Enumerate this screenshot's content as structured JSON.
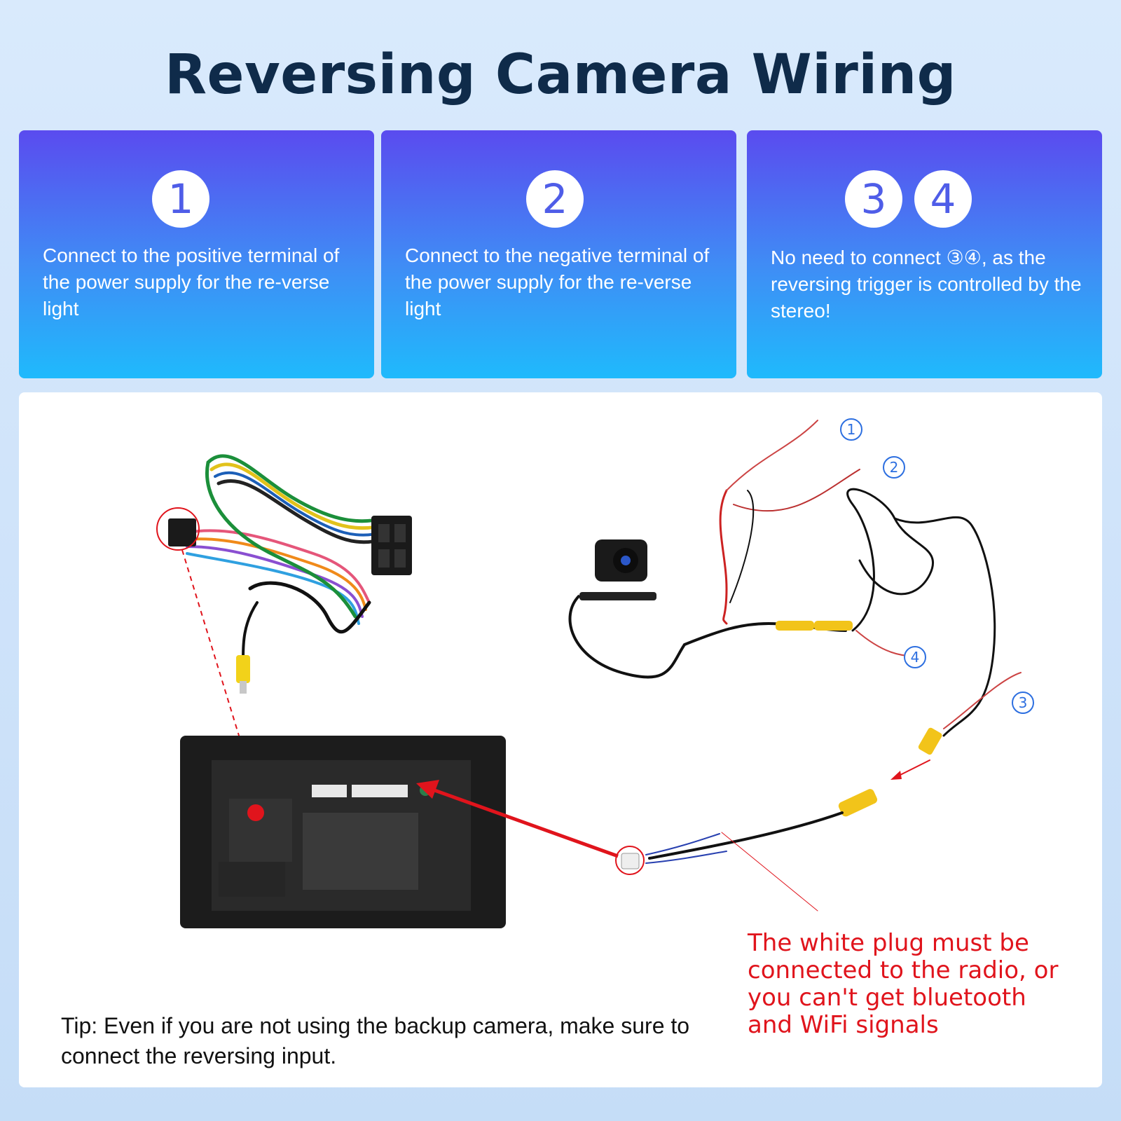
{
  "title": "Reversing Camera Wiring",
  "cards": [
    {
      "numbers": [
        "1"
      ],
      "text": "Connect to the positive terminal of the power supply for the re-verse light"
    },
    {
      "numbers": [
        "2"
      ],
      "text": "Connect to the negative terminal of the power supply for the re-verse light"
    },
    {
      "numbers": [
        "3",
        "4"
      ],
      "text": "No need to connect ③④, as the reversing trigger is controlled by the stereo!"
    }
  ],
  "diagram": {
    "wire_labels": [
      "1",
      "2",
      "3",
      "4"
    ],
    "warning": "The white plug must be connected to the radio, or you can't get bluetooth and WiFi signals",
    "tip": "Tip: Even if you are not using the backup camera, make sure to connect the reversing input."
  },
  "colors": {
    "title": "#0f2b4a",
    "card_gradient_top": "#5a4bef",
    "card_gradient_bottom": "#1fbafc",
    "warning": "#e0141c",
    "label_blue": "#2d6fe0"
  }
}
